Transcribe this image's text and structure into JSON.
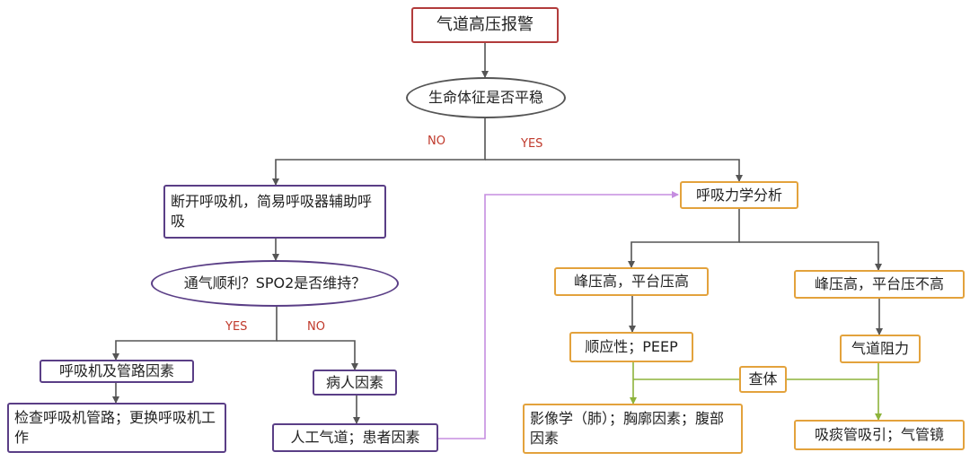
{
  "nodes": {
    "alarm": "气道高压报警",
    "vitals": "生命体征是否平稳",
    "disconnect": "断开呼吸机，简易呼吸器辅助呼吸",
    "ventilation": "通气顺利？SPO2是否维持？",
    "ventilator_factors": "呼吸机及管路因素",
    "check_ventilator": "检查呼吸机管路；更换呼吸机工作",
    "patient_factors": "病人因素",
    "airway": "人工气道；患者因素",
    "mechanics": "呼吸力学分析",
    "peak_plateau_high": "峰压高，平台压高",
    "peak_high_plateau_not": "峰压高，平台压不高",
    "compliance": "顺应性；PEEP",
    "resistance": "气道阻力",
    "exam": "查体",
    "imaging": "影像学（肺）；胸廓因素；腹部因素",
    "suction": "吸痰管吸引；气管镜"
  },
  "edge_labels": {
    "vitals_no": "NO",
    "vitals_yes": "YES",
    "vent_yes": "YES",
    "vent_no": "NO"
  },
  "colors": {
    "start_border": "#b23b3b",
    "purple_border": "#5a3e86",
    "orange_border": "#e3a23c",
    "line": "#555555",
    "violet_line": "#c58de0",
    "green_line": "#8db33b",
    "label_red": "#c0392b"
  }
}
